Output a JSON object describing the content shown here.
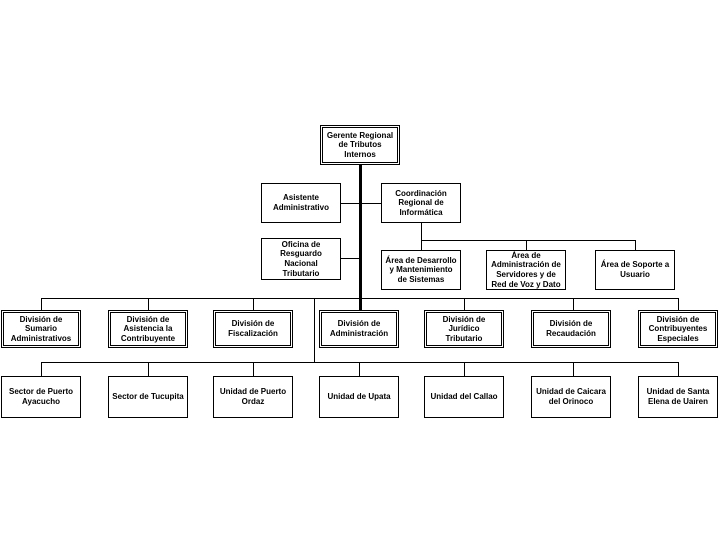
{
  "org_chart": {
    "top": "Gerente Regional de Tributos Internos",
    "staff": {
      "asistente": "Asistente Administrativo",
      "oficina": "Oficina de Resguardo Nacional Tributario",
      "coordinacion": "Coordinación Regional de Informática"
    },
    "informatica_areas": [
      "Área de Desarrollo y Mantenimiento de Sistemas",
      "Área de Administración de Servidores y de Red de Voz y Dato",
      "Área de Soporte a Usuario"
    ],
    "divisions": [
      "División de Sumario Administrativos",
      "División de Asistencia la Contribuyente",
      "División de Fiscalización",
      "División de Administración",
      "División de Jurídico Tributario",
      "División de Recaudación",
      "División de Contribuyentes Especiales"
    ],
    "units": [
      "Sector de Puerto Ayacucho",
      "Sector de Tucupita",
      "Unidad de Puerto Ordaz",
      "Unidad de Upata",
      "Unidad del Callao",
      "Unidad de Caicara del Orinoco",
      "Unidad de Santa Elena de Uairen"
    ]
  }
}
